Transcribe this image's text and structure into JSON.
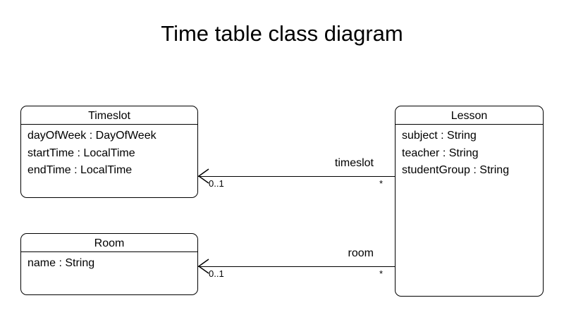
{
  "title": "Time table class diagram",
  "classes": [
    {
      "id": "timeslot",
      "name": "Timeslot",
      "attributes": [
        "dayOfWeek : DayOfWeek",
        "startTime : LocalTime",
        "endTime : LocalTime"
      ]
    },
    {
      "id": "room",
      "name": "Room",
      "attributes": [
        "name : String"
      ]
    },
    {
      "id": "lesson",
      "name": "Lesson",
      "attributes": [
        "subject : String",
        "teacher : String",
        "studentGroup : String"
      ]
    }
  ],
  "associations": [
    {
      "id": "timeslot",
      "label": "timeslot",
      "source": "Lesson",
      "target": "Timeslot",
      "source_multiplicity": "*",
      "target_multiplicity": "0..1",
      "arrow": "open-arrowhead"
    },
    {
      "id": "room",
      "label": "room",
      "source": "Lesson",
      "target": "Room",
      "source_multiplicity": "*",
      "target_multiplicity": "0..1",
      "arrow": "open-arrowhead"
    }
  ],
  "colors": {
    "background": "#ffffff",
    "stroke": "#000000",
    "text": "#000000"
  }
}
